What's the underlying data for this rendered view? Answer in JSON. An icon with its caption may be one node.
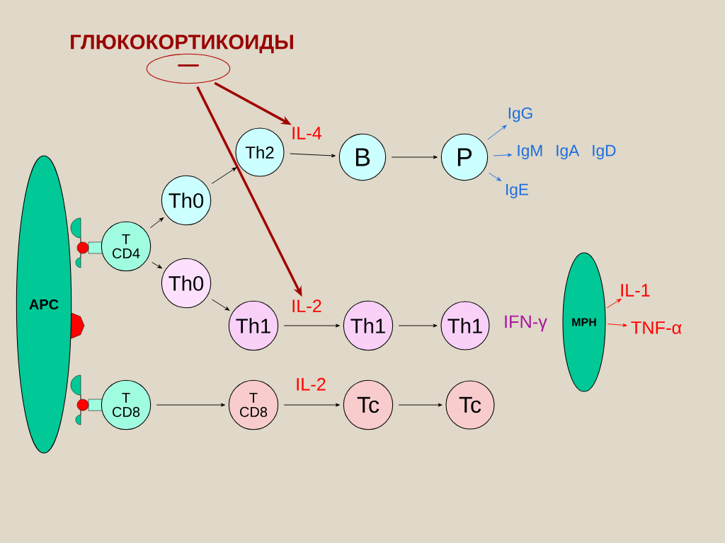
{
  "diagram": {
    "title": "ГЛЮКОКОРТИКОИДЫ",
    "nodes": [
      {
        "text": [
          "—"
        ]
      },
      {
        "text": [
          "APC"
        ]
      },
      {
        "text": [
          "T CD4"
        ]
      },
      {
        "text": [
          "Th0"
        ]
      },
      {
        "text": [
          "Th0"
        ]
      },
      {
        "text": [
          "Th2"
        ]
      },
      {
        "text": [
          "B"
        ]
      },
      {
        "text": [
          "P"
        ]
      },
      {
        "text": [
          "Th1"
        ]
      },
      {
        "text": [
          "Th1"
        ]
      },
      {
        "text": [
          "Th1"
        ]
      },
      {
        "text": [
          "T CD8"
        ]
      },
      {
        "text": [
          "T CD8"
        ]
      },
      {
        "text": [
          "Tc"
        ]
      },
      {
        "text": [
          "Tc"
        ]
      },
      {
        "text": [
          "MPH"
        ]
      },
      {
        "text": [
          "IL-4"
        ]
      },
      {
        "text": [
          "IL-2"
        ]
      },
      {
        "text": [
          "IgG"
        ]
      },
      {
        "text": [
          "IgM IgA IgD"
        ]
      },
      {
        "text": [
          "IgE"
        ]
      },
      {
        "text": [
          "IL-1"
        ]
      },
      {
        "text": [
          "TNF-α"
        ]
      }
    ],
    "edges": [
      {
        "from": 0,
        "to": 16,
        "arrow": "to",
        "style": "thick",
        "color": "#a00000"
      },
      {
        "from": 0,
        "to": 17,
        "arrow": "to",
        "style": "thick",
        "color": "#a00000"
      },
      {
        "from": 2,
        "to": 3,
        "arrow": "to"
      },
      {
        "from": 2,
        "to": 4,
        "arrow": "to"
      },
      {
        "from": 3,
        "to": 5,
        "arrow": "to"
      },
      {
        "from": 4,
        "to": 8,
        "arrow": "to"
      },
      {
        "from": 5,
        "to": 6,
        "arrow": "to"
      },
      {
        "from": 6,
        "to": 7,
        "arrow": "to"
      },
      {
        "from": 7,
        "to": 18,
        "arrow": "to",
        "color": "#1a6ee0"
      },
      {
        "from": 7,
        "to": 19,
        "arrow": "to",
        "color": "#1a6ee0"
      },
      {
        "from": 7,
        "to": 20,
        "arrow": "to",
        "color": "#1a6ee0"
      },
      {
        "from": 8,
        "to": 9,
        "arrow": "to"
      },
      {
        "from": 9,
        "to": 10,
        "arrow": "to"
      },
      {
        "from": 11,
        "to": 12,
        "arrow": "to"
      },
      {
        "from": 12,
        "to": 13,
        "arrow": "to",
        "label": "IL-2"
      },
      {
        "from": 13,
        "to": 14,
        "arrow": "to"
      },
      {
        "from": 15,
        "to": 21,
        "arrow": "to",
        "color": "#ff0000"
      },
      {
        "from": 15,
        "to": 22,
        "arrow": "to",
        "color": "#ff0000"
      }
    ],
    "labels": [
      "IFN-γ"
    ]
  }
}
